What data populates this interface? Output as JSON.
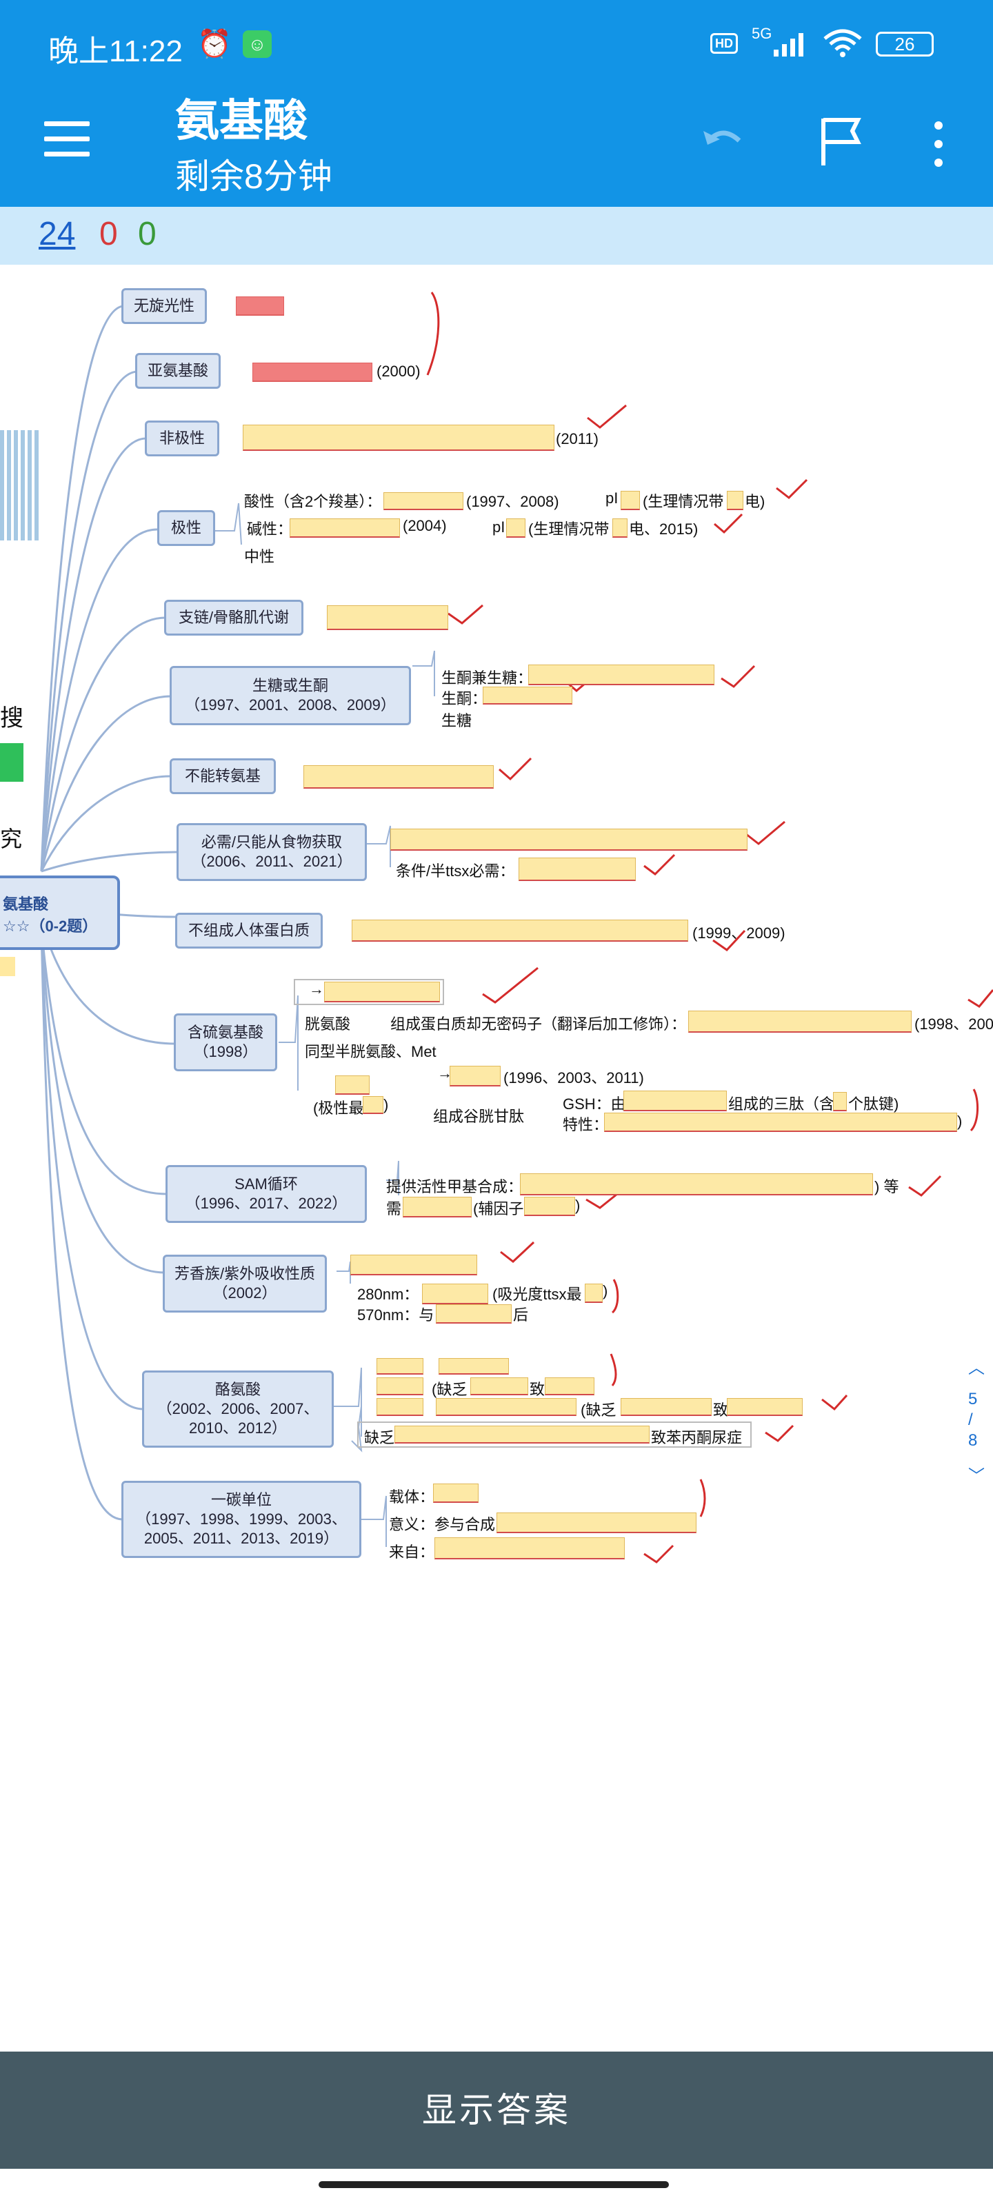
{
  "status": {
    "time": "晚上11:22",
    "network": "5G",
    "battery": "26"
  },
  "appbar": {
    "title": "氨基酸",
    "subtitle": "剩余8分钟"
  },
  "scores": {
    "total": "24",
    "wrong": "0",
    "right": "0"
  },
  "side": {
    "search": "搜",
    "study": "究"
  },
  "root": {
    "line1": "氨基酸",
    "line2": "☆☆（0-2题）"
  },
  "nodes": [
    {
      "label": "无旋光性"
    },
    {
      "label": "亚氨基酸"
    },
    {
      "label": "非极性"
    },
    {
      "label": "极性"
    },
    {
      "label": "支链/骨骼肌代谢"
    },
    {
      "label": "生糖或生酮\n（1997、2001、2008、2009）"
    },
    {
      "label": "不能转氨基"
    },
    {
      "label": "必需/只能从食物获取\n（2006、2011、2021）"
    },
    {
      "label": "不组成人体蛋白质"
    },
    {
      "label": "含硫氨基酸\n（1998）"
    },
    {
      "label": "SAM循环\n（1996、2017、2022）"
    },
    {
      "label": "芳香族/紫外吸收性质\n（2002）"
    },
    {
      "label": "酪氨酸\n（2002、2006、2007、\n2010、2012）"
    },
    {
      "label": "一碳单位\n（1997、1998、1999、2003、\n2005、2011、2013、2019）"
    }
  ],
  "texts": {
    "yaanjisuan_year": "(2000)",
    "feijixing_year": "(2011)",
    "acidic": "酸性（含2个羧基）：",
    "acidic_years": "(1997、2008)",
    "acidic_pi": "pI",
    "acidic_note": "(生理情况带",
    "acidic_note_end": "电)",
    "basic": "碱性：",
    "basic_year": "(2004)",
    "basic_pi": "pI",
    "basic_note": "(生理情况带",
    "basic_note_end": "电、2015)",
    "neutral": "中性",
    "shengtong_both": "生酮兼生糖：",
    "shengtong": "生酮：",
    "shengtang": "生糖",
    "bixu_condition": "条件/半ttsx必需：",
    "buzucheng_years": "(1999、2009)",
    "arrow1": "→",
    "cys": "胱氨酸",
    "cys_desc": "组成蛋白质却无密码子（翻译后加工修饰）：",
    "cys_years": "(1998、200",
    "homocys": "同型半胱氨酸、Met",
    "polar_most_pre": "(极性最",
    "polar_most_post": ")",
    "arrow2": "→",
    "cys_years2": "(1996、2003、2011)",
    "gsh_group": "组成谷胱甘肽",
    "gsh": "GSH：由",
    "gsh_mid": "组成的三肽（含",
    "gsh_end": "个肽键)",
    "feature": "特性：",
    "feature_end": ")",
    "sam_desc": "提供活性甲基合成：",
    "sam_etc": ")  等",
    "sam_need": "需",
    "sam_cofactor": "(辅因子",
    "sam_cofactor_end": ")",
    "uv280": "280nm：",
    "uv280_note": "(吸光度ttsx最",
    "uv280_end": ")",
    "uv570": "570nm：与",
    "uv570_end": "后",
    "tyr_lack1": "(缺乏",
    "tyr_cause1": "致",
    "tyr_lack2": "(缺乏",
    "tyr_cause2": "致",
    "tyr_lack3": "缺乏",
    "tyr_pku": "致苯丙酮尿症",
    "one_carbon_carrier": "载体：",
    "one_carbon_meaning": "意义：参与合成",
    "one_carbon_source": "来自：",
    "right_nav": "5\n/\n8"
  },
  "bottom": {
    "show_answer": "显示答案"
  }
}
